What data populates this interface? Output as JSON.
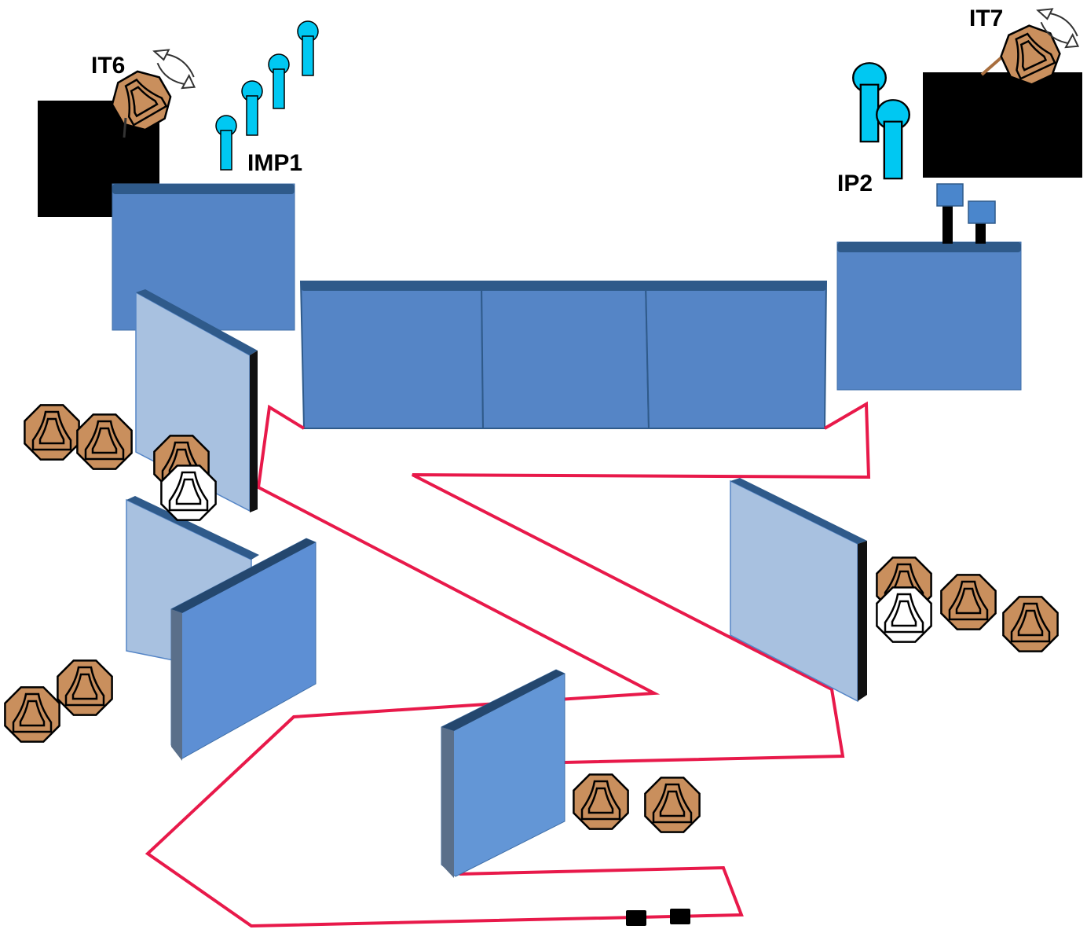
{
  "labels": {
    "it6": "IT6",
    "imp1": "IMP1",
    "ip2": "IP2",
    "it7": "IT7"
  },
  "legend_items": {
    "shoot_target": "brown-steel-target-icon",
    "no_shoot_target": "white-no-shoot-target-icon",
    "popper": "popper-icon",
    "turning_target": "rotation-arrow-icon",
    "wall": "barricade-wall",
    "fault_line": "fault-line"
  },
  "colors": {
    "fault_line": "#e8194a",
    "wall_front": "#5585c6",
    "wall_top": "#2f5a8a",
    "panel_light": "#a8c1e0",
    "target_fill": "#c98f5d",
    "popper_fill": "#00c8f2",
    "block": "#000000"
  }
}
